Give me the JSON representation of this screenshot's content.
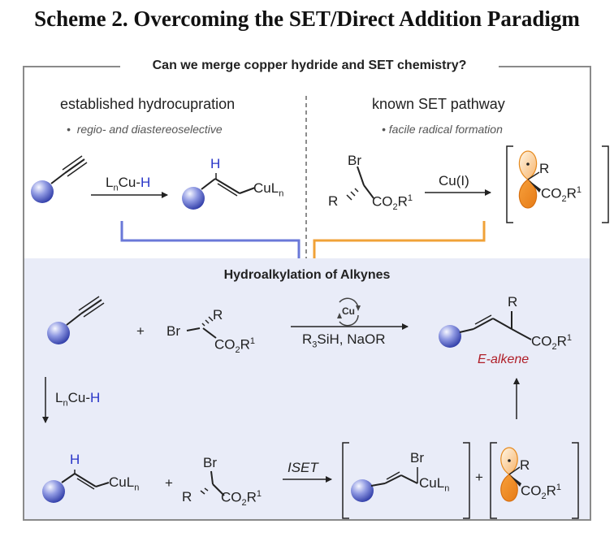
{
  "scheme_title": "Scheme 2. Overcoming the SET/Direct Addition Paradigm",
  "question": "Can we merge copper hydride and SET chemistry?",
  "left_panel": {
    "heading": "established hydrocupration",
    "bullet": "regio- and diastereoselective",
    "reagent_prefix": "L",
    "reagent_sub": "n",
    "reagent_metal": "Cu-",
    "reagent_h": "H",
    "product_h": "H",
    "product_cu": "CuL",
    "product_cu_sub": "n"
  },
  "right_panel": {
    "heading": "known SET pathway",
    "bullet": "facile radical formation",
    "br": "Br",
    "r": "R",
    "ester": "CO",
    "ester_sub": "2",
    "ester_r": "R",
    "ester_sup": "1",
    "reagent": "Cu(I)",
    "radical_r": "R",
    "radical_ester": "CO",
    "radical_ester_sub": "2",
    "radical_ester_r": "R",
    "radical_ester_sup": "1"
  },
  "bottom_panel": {
    "title": "Hydroalkylation of Alkynes",
    "plus": "+",
    "br": "Br",
    "r": "R",
    "ester": "CO",
    "ester_sub": "2",
    "ester_r": "R",
    "ester_sup": "1",
    "catalyst": "Cu",
    "conditions_a": "R",
    "conditions_sub": "3",
    "conditions_b": "SiH, NaOR",
    "product_r": "R",
    "product_ester": "CO",
    "product_ester_sub": "2",
    "product_ester_r": "R",
    "product_ester_sup": "1",
    "product_label": "E-alkene",
    "down_reagent_prefix": "L",
    "down_reagent_sub": "n",
    "down_reagent_metal": "Cu-",
    "down_reagent_h": "H",
    "vinyl_h": "H",
    "vinyl_cu": "CuL",
    "vinyl_cu_sub": "n",
    "plus2": "+",
    "br2": "Br",
    "r2": "R",
    "ester2": "CO",
    "ester2_sub": "2",
    "ester2_r": "R",
    "ester2_sup": "1",
    "iset": "ISET",
    "int_br": "Br",
    "int_cu": "CuL",
    "int_cu_sub": "n",
    "plus3": "+",
    "rad_r": "R",
    "rad_ester": "CO",
    "rad_ester_sub": "2",
    "rad_ester_r": "R",
    "rad_ester_sup": "1"
  }
}
